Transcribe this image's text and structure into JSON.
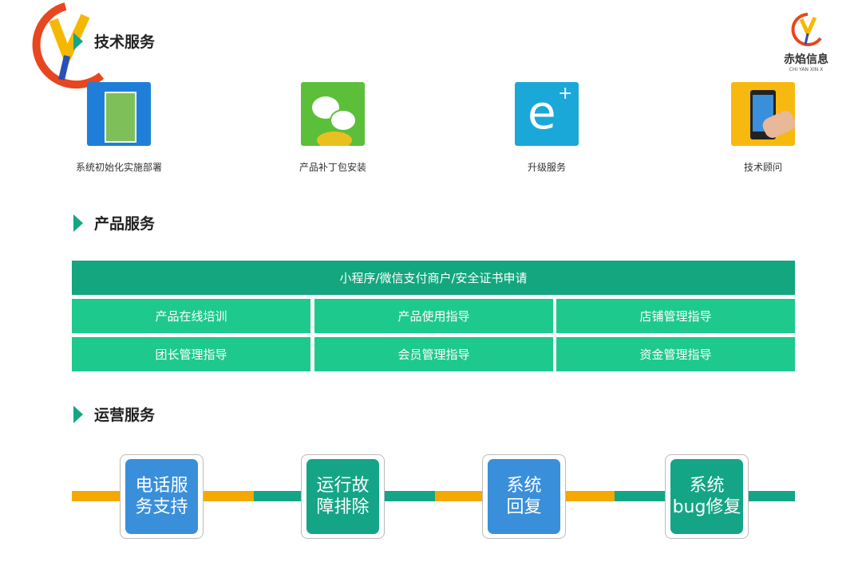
{
  "logo_left": {
    "letters": "Y"
  },
  "logo_right": {
    "name": "赤焰信息",
    "sub": "CHI YAN XIN X"
  },
  "sections": {
    "tech": "技术服务",
    "product": "产品服务",
    "ops": "运营服务"
  },
  "tech_items": [
    {
      "label": "系统初始化实施部署",
      "icon": "system-deploy-icon"
    },
    {
      "label": "产品补丁包安装",
      "icon": "wechat-gear-icon"
    },
    {
      "label": "升级服务",
      "icon": "e-plus-icon"
    },
    {
      "label": "技术顾问",
      "icon": "phone-hand-icon"
    }
  ],
  "product": {
    "header": "小程序/微信支付商户/安全证书申请",
    "cells": [
      "产品在线培训",
      "产品使用指导",
      "店铺管理指导",
      "团长管理指导",
      "会员管理指导",
      "资金管理指导"
    ]
  },
  "ops_steps": [
    "电话服\n务支持",
    "运行故\n障排除",
    "系统\n回复",
    "系统\nbug修复"
  ],
  "colors": {
    "teal": "#14a586",
    "green": "#1ec98d",
    "blue": "#3a8fdb",
    "orange": "#f5a800"
  }
}
